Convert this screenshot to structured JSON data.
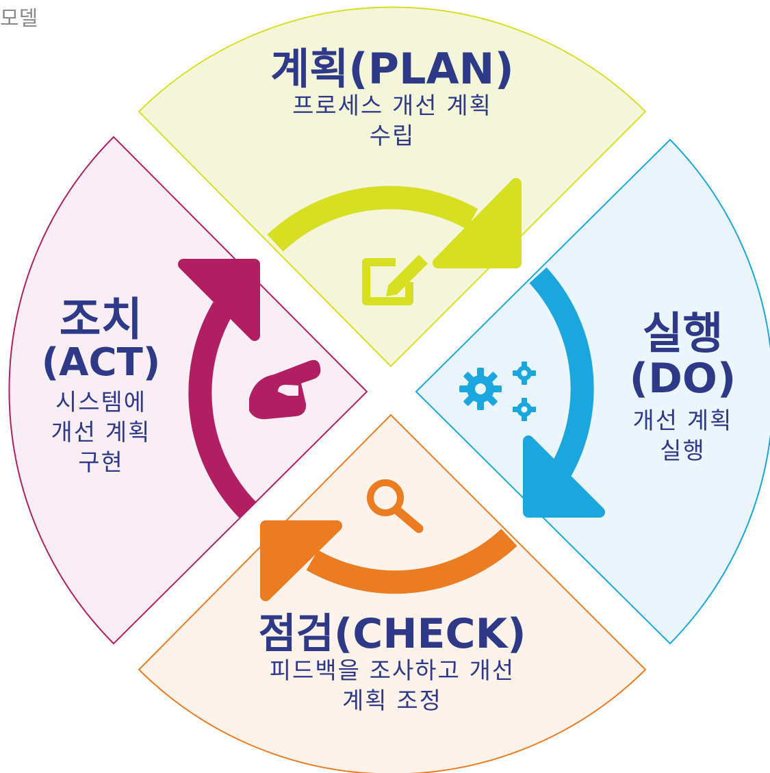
{
  "corner_label": "모델",
  "quadrants": {
    "plan": {
      "title": "계획(PLAN)",
      "desc_lines": [
        "프로세스 개선 계획",
        "수립"
      ],
      "color": "#d7df23",
      "fill": "#f4f6d9",
      "icon": "edit-icon"
    },
    "do": {
      "title_lines": [
        "실행",
        "(DO)"
      ],
      "desc_lines": [
        "개선 계획",
        "실행"
      ],
      "color": "#1ba6de",
      "fill": "#eaf6fb",
      "icon": "gears-icon"
    },
    "check": {
      "title": "점검(CHECK)",
      "desc_lines": [
        "피드백을 조사하고 개선",
        "계획 조정"
      ],
      "color": "#ec7c22",
      "fill": "#fdf3ea",
      "icon": "search-icon"
    },
    "act": {
      "title_lines": [
        "조치",
        "(ACT)"
      ],
      "desc_lines": [
        "시스템에",
        "개선 계획",
        "구현"
      ],
      "color": "#b11f62",
      "fill": "#f8eef3",
      "icon": "handshake-icon"
    }
  },
  "text_color": "#2e3a87"
}
